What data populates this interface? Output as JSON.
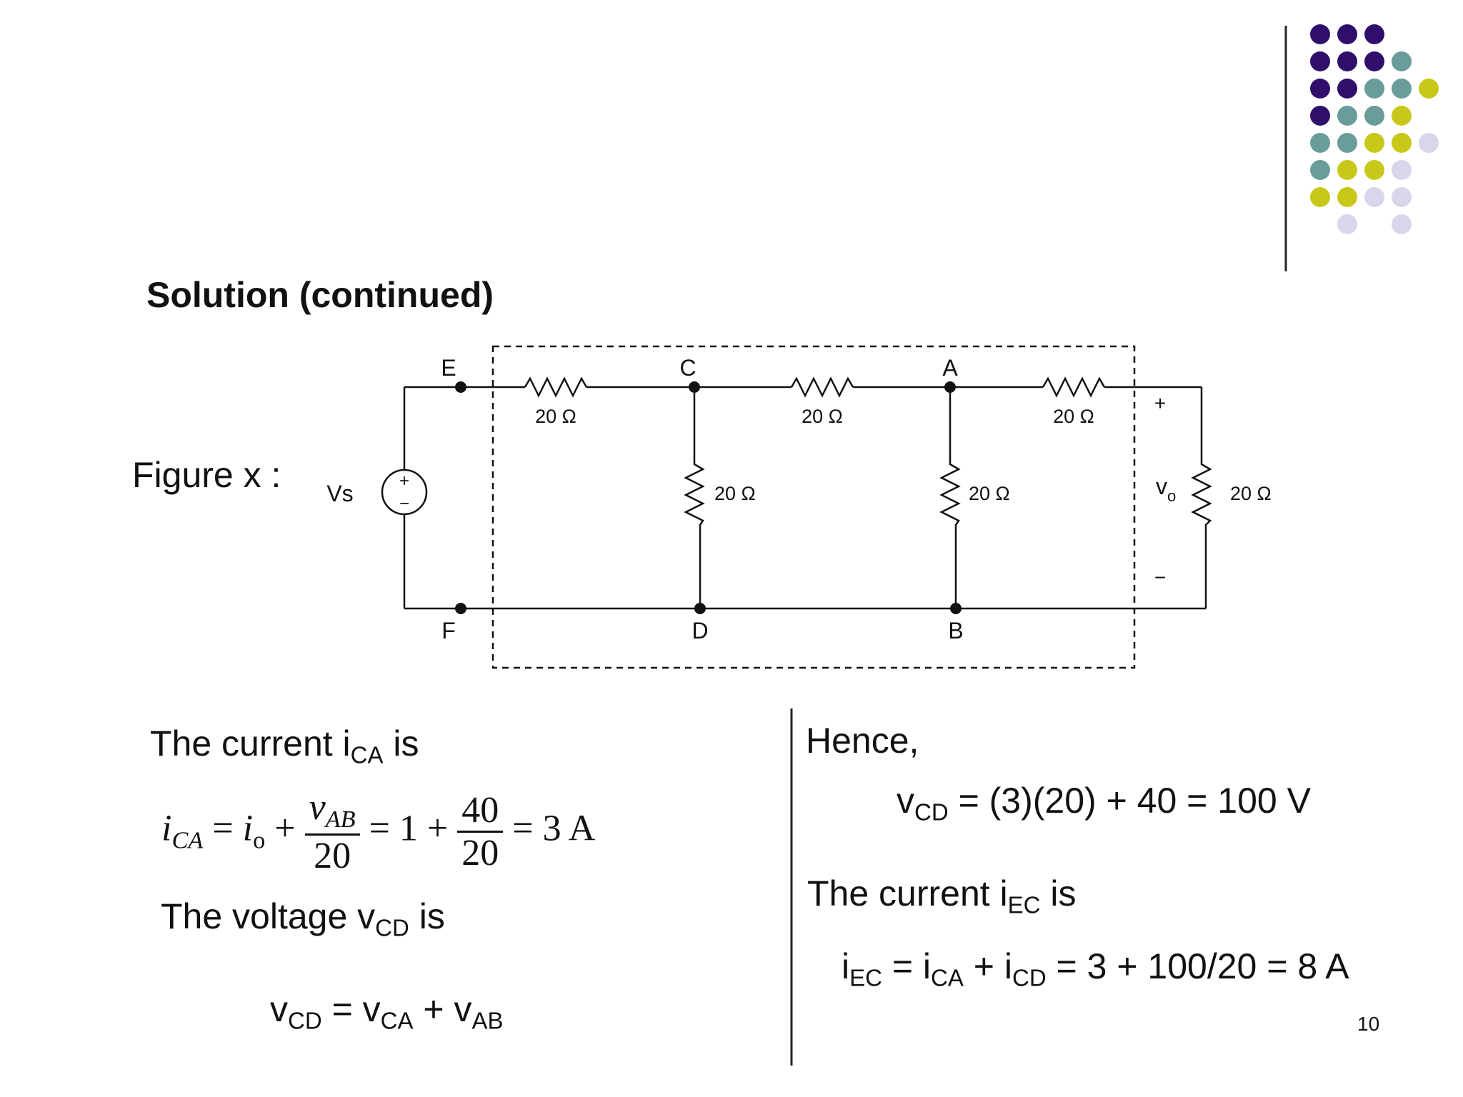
{
  "slide": {
    "title": "Solution (continued)",
    "figure_label": "Figure x :",
    "page_number": "10"
  },
  "decoration": {
    "dot_colors": {
      "purple": "#2f0f6b",
      "teal": "#6a9c9c",
      "yellow": "#c8c81a",
      "lavender": "#d8d6ea"
    },
    "dot_grid": [
      [
        "purple",
        "purple",
        "purple",
        "",
        "",
        ""
      ],
      [
        "purple",
        "purple",
        "purple",
        "teal",
        "",
        ""
      ],
      [
        "purple",
        "purple",
        "teal",
        "teal",
        "yellow",
        ""
      ],
      [
        "purple",
        "teal",
        "teal",
        "yellow",
        "",
        ""
      ],
      [
        "teal",
        "teal",
        "yellow",
        "yellow",
        "lavender",
        ""
      ],
      [
        "teal",
        "yellow",
        "yellow",
        "lavender",
        "",
        ""
      ],
      [
        "yellow",
        "yellow",
        "lavender",
        "lavender",
        "",
        ""
      ],
      [
        "",
        "lavender",
        "",
        "lavender",
        "",
        ""
      ]
    ]
  },
  "circuit": {
    "source": {
      "label": "Vs",
      "plus": "+",
      "minus": "−"
    },
    "nodes": {
      "E": "E",
      "C": "C",
      "A": "A",
      "F": "F",
      "D": "D",
      "B": "B"
    },
    "resistors": {
      "r_ec": "20 Ω",
      "r_ca": "20 Ω",
      "r_a_out": "20 Ω",
      "r_cd": "20 Ω",
      "r_ab": "20 Ω",
      "r_load": "20 Ω"
    },
    "output": {
      "plus": "+",
      "minus": "−",
      "label_main": "v",
      "label_sub": "o"
    }
  },
  "left_column": {
    "current_ica": {
      "pre": "The current i",
      "sub": "CA",
      "post": " is"
    },
    "eq_ica": {
      "lhs": "i",
      "lhs_sub": "CA",
      "eq1": " = ",
      "io": "i",
      "io_sub": "o",
      "plus1": " + ",
      "frac1_num": "v",
      "frac1_num_sub": "AB",
      "frac1_den": "20",
      "eq2": " = 1 + ",
      "frac2_num": "40",
      "frac2_den": "20",
      "result": " = 3 A"
    },
    "voltage_vcd": {
      "pre": "The voltage v",
      "sub": "CD",
      "post": " is"
    },
    "eq_vcd": {
      "a": "v",
      "a_sub": "CD",
      "b": " = v",
      "b_sub": "CA",
      "c": " + v",
      "c_sub": "AB"
    }
  },
  "right_column": {
    "hence": "Hence,",
    "eq_vcd_value": {
      "a": "v",
      "a_sub": "CD",
      "rest": " = (3)(20) + 40 = 100 V"
    },
    "current_iec": {
      "pre": "The current i",
      "sub": "EC",
      "post": " is"
    },
    "eq_iec": {
      "a": "i",
      "a_sub": "EC",
      "b": " = i",
      "b_sub": "CA",
      "c": " + i",
      "c_sub": "CD",
      "rest": " = 3 + 100/20 = 8 A"
    }
  }
}
